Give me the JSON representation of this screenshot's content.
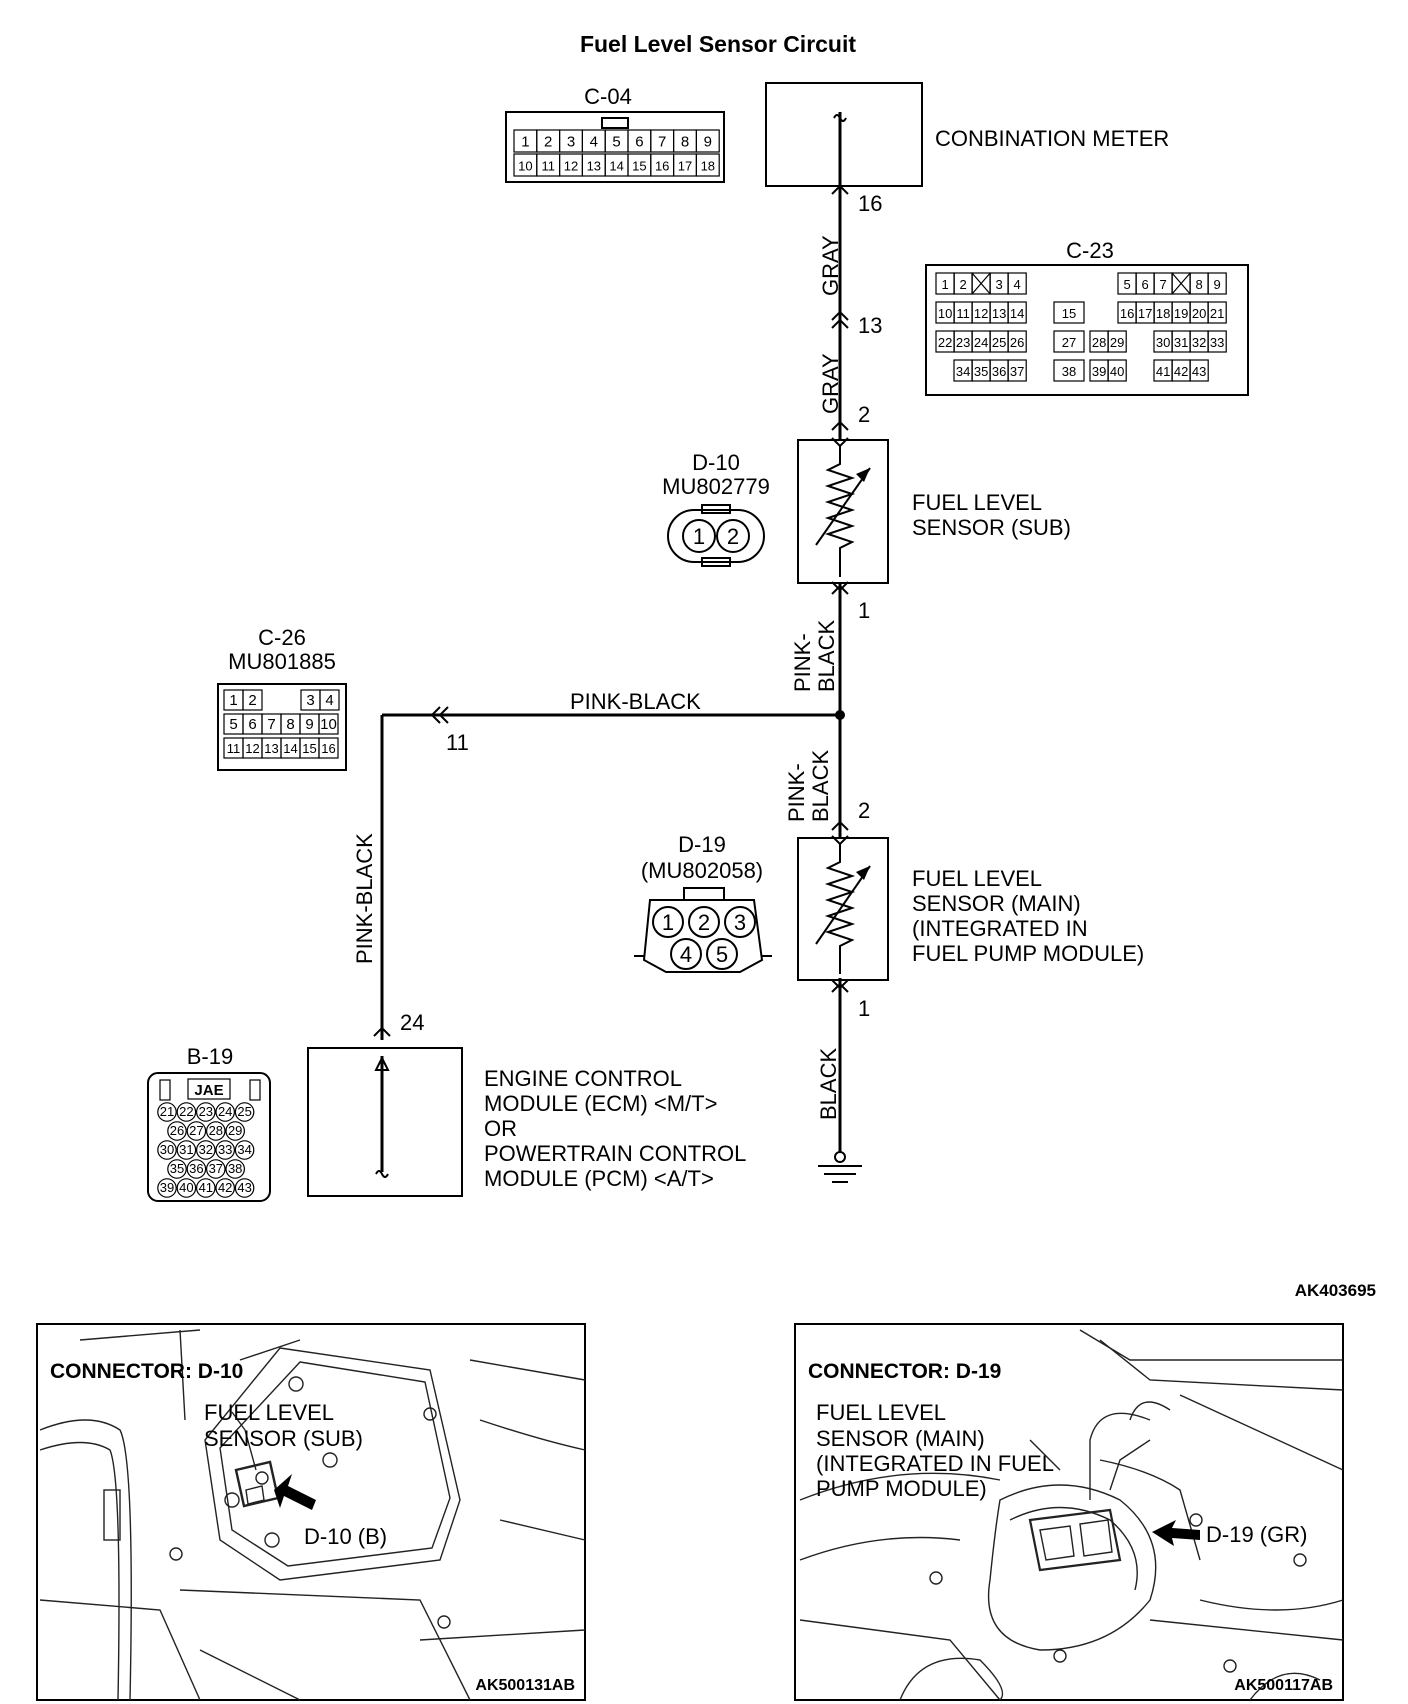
{
  "title": "Fuel Level Sensor Circuit",
  "figure_id": "AK403695",
  "components": {
    "combination_meter": "CONBINATION METER",
    "fuel_sensor_sub": [
      "FUEL LEVEL",
      "SENSOR (SUB)"
    ],
    "fuel_sensor_main": [
      "FUEL LEVEL",
      "SENSOR (MAIN)",
      "(INTEGRATED IN",
      "FUEL PUMP MODULE)"
    ],
    "ecm": [
      "ENGINE CONTROL",
      "MODULE (ECM) <M/T>",
      "OR",
      "POWERTRAIN CONTROL",
      "MODULE (PCM) <A/T>"
    ]
  },
  "wires": {
    "gray_upper": "GRAY",
    "gray_lower": "GRAY",
    "pinkblack_upper": [
      "PINK-",
      "BLACK"
    ],
    "pinkblack_lower": [
      "PINK-",
      "BLACK"
    ],
    "pinkblack_horizontal": "PINK-BLACK",
    "pinkblack_vertical": "PINK-BLACK",
    "black": "BLACK"
  },
  "pins": {
    "meter": "16",
    "c23": "13",
    "sub_top": "2",
    "sub_bottom": "1",
    "main_top": "2",
    "main_bottom": "1",
    "c26": "11",
    "ecm": "24"
  },
  "connectors": {
    "c04": {
      "name": "C-04",
      "row1": [
        "1",
        "2",
        "3",
        "4",
        "5",
        "6",
        "7",
        "8",
        "9"
      ],
      "row2": [
        "10",
        "11",
        "12",
        "13",
        "14",
        "15",
        "16",
        "17",
        "18"
      ]
    },
    "c23": {
      "name": "C-23",
      "row1": [
        "1",
        "2",
        "",
        "3",
        "4",
        "5",
        "6",
        "7",
        "",
        "8",
        "9"
      ],
      "row2": [
        "10",
        "11",
        "12",
        "13",
        "14",
        "15",
        "16",
        "17",
        "18",
        "19",
        "20",
        "21"
      ],
      "row3": [
        "22",
        "23",
        "24",
        "25",
        "26",
        "27",
        "28",
        "29",
        "30",
        "31",
        "32",
        "33"
      ],
      "row4": [
        "34",
        "35",
        "36",
        "37",
        "38",
        "39",
        "40",
        "41",
        "42",
        "43"
      ]
    },
    "d10": {
      "name": "D-10",
      "part": "MU802779",
      "pins": [
        "1",
        "2"
      ]
    },
    "c26": {
      "name": "C-26",
      "part": "MU801885",
      "row1": [
        "1",
        "2",
        "3",
        "4"
      ],
      "row2": [
        "5",
        "6",
        "7",
        "8",
        "9",
        "10"
      ],
      "row3": [
        "11",
        "12",
        "13",
        "14",
        "15",
        "16"
      ]
    },
    "d19": {
      "name": "D-19",
      "part": "(MU802058)",
      "pins": [
        "1",
        "2",
        "3",
        "4",
        "5"
      ]
    },
    "b19": {
      "name": "B-19",
      "brand": "JAE",
      "row1": [
        "21",
        "22",
        "23",
        "24",
        "25"
      ],
      "row2": [
        "26",
        "27",
        "28",
        "29"
      ],
      "row3": [
        "30",
        "31",
        "32",
        "33",
        "34"
      ],
      "row4": [
        "35",
        "36",
        "37",
        "38"
      ],
      "row5": [
        "39",
        "40",
        "41",
        "42",
        "43"
      ]
    }
  },
  "inset_left": {
    "heading": "CONNECTOR: D-10",
    "label": [
      "FUEL LEVEL",
      "SENSOR (SUB)"
    ],
    "callout": "D-10 (B)",
    "code": "AK500131AB"
  },
  "inset_right": {
    "heading": "CONNECTOR: D-19",
    "label": [
      "FUEL LEVEL",
      "SENSOR (MAIN)",
      "(INTEGRATED IN FUEL",
      "PUMP MODULE)"
    ],
    "callout": "D-19 (GR)",
    "code": "AK500117AB"
  }
}
